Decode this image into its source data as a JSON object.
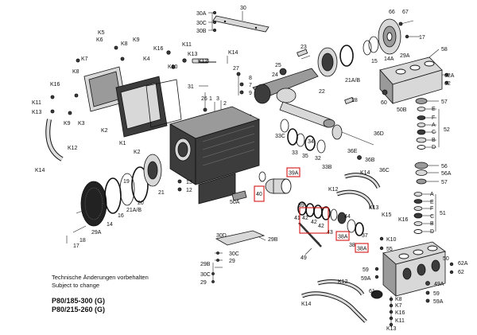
{
  "notes": {
    "line1": "Technische Änderungen vorbehalten",
    "line2": "Subject to change"
  },
  "models": {
    "model1": "P80/185-300 (G)",
    "model2": "P80/215-260 (G)"
  },
  "highlight_color": "#d41414",
  "highlighted_parts": [
    "39A",
    "40",
    "42",
    "42",
    "42",
    "38A",
    "38A"
  ],
  "labels": {
    "l30": "30",
    "l30A": "30A",
    "l30C": "30C",
    "l30B": "30B",
    "l66": "66",
    "l67": "67",
    "l29A_top": "29A",
    "l17_top": "17",
    "l15": "15",
    "l14A": "14A",
    "l58": "58",
    "l62A_top": "62A",
    "l62_top": "62",
    "l60": "60",
    "l50B": "50B",
    "l57_top": "57",
    "lE_top": "E",
    "lF_top": "F",
    "lA_top": "A",
    "lC_top": "C",
    "lB_top": "B",
    "lD_top": "D",
    "l52": "52",
    "l56_top": "56",
    "l56A": "56A",
    "l57_mid": "57",
    "lA_bot": "A",
    "lE_bot": "E",
    "lF_bot": "F",
    "lC_bot": "C",
    "lB_bot": "B",
    "lD_bot": "D",
    "l51": "51",
    "l23": "23",
    "l25": "25",
    "l24": "24",
    "l21AB_top": "21A/B",
    "l22": "22",
    "l28": "28",
    "l31": "31",
    "l27": "27",
    "l8_right": "8",
    "l7_right": "7",
    "l9_right": "9",
    "l26": "26",
    "l1": "1",
    "l3": "3",
    "l2": "2",
    "l5": "5",
    "l6": "6",
    "l4": "4",
    "l33C": "33C",
    "l33": "33",
    "l34": "34",
    "l35": "35",
    "l32": "32",
    "l33B": "33B",
    "l36E": "36E",
    "l36B": "36B",
    "l36D": "36D",
    "l36C": "36C",
    "lK5": "K5",
    "lK6": "K6",
    "lK8_a": "K8",
    "lK9_a": "K9",
    "lK16_a": "K16",
    "lK11_a": "K11",
    "lK13_a": "K13",
    "lK12_a": "K12",
    "lK14_a": "K14",
    "lK4": "K4",
    "lK10": "K10",
    "lK7": "K7",
    "lK16_b": "K16",
    "lK8_b": "K8",
    "lK11_b": "K11",
    "lK13_b": "K13",
    "lK9_b": "K9",
    "lK3": "K3",
    "lK2_a": "K2",
    "lK1": "K1",
    "lK2_b": "K2",
    "lK12_b": "K12",
    "lK14_b": "K14",
    "l39": "39",
    "l39A": "39A",
    "l40": "40",
    "l41": "41",
    "l42a": "42",
    "l42b": "42",
    "l42c": "42",
    "l43": "43",
    "l44": "44",
    "l38A_a": "38A",
    "l38": "38",
    "l38A_b": "38A",
    "l37": "37",
    "l13": "13",
    "l12": "12",
    "l50A": "50A",
    "l16": "16",
    "l19": "19",
    "l20": "20",
    "l21AB_bot": "21A/B",
    "l21": "21",
    "l14": "14",
    "l29A_bot": "29A",
    "l18": "18",
    "l17_bot": "17",
    "l30D": "30D",
    "l29B_a": "29B",
    "l30C_b": "30C",
    "l29_a": "29",
    "l29B_b": "29B",
    "l30C_c": "30C",
    "l29_b": "29",
    "l49": "49",
    "lK14_c": "K14",
    "lK12_c": "K12",
    "lK13_c": "K13",
    "lK15": "K15",
    "lK16_c": "K16",
    "lK14_d": "K14",
    "lK12_d": "K12",
    "l61": "61",
    "lK8_c": "K8",
    "lK7_c": "K7",
    "lK16_d": "K16",
    "lK11_c": "K11",
    "lK13_d": "K13",
    "lK10_b": "K10",
    "l55": "55",
    "l59_a": "59",
    "l59A_a": "59A",
    "l50": "50",
    "l62A_bot": "62A",
    "l62_bot": "62",
    "l49A": "49A",
    "l59_b": "59",
    "l59A_b": "59A"
  }
}
